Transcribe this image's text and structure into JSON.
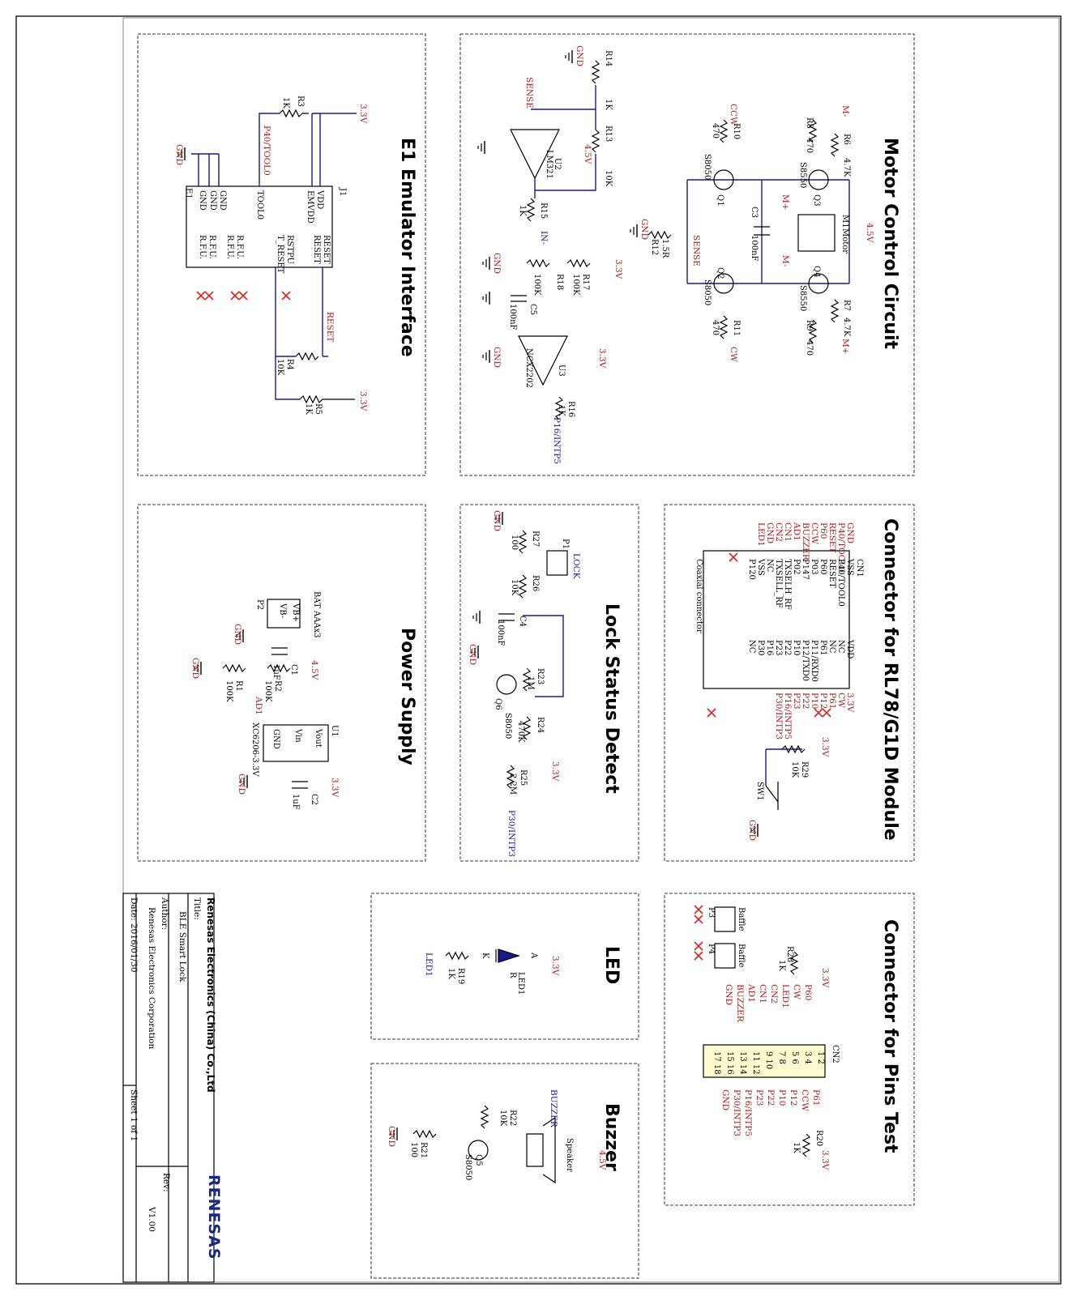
{
  "sections": {
    "motor": "Motor Control Circuit",
    "e1": "E1 Emulator Interface",
    "rl78": "Connector for RL78/G1D Module",
    "lock": "Lock Status Detect",
    "power": "Power Supply",
    "pins": "Connector for Pins Test",
    "led": "LED",
    "buzzer": "Buzzer"
  },
  "title_block": {
    "company": "Renesas Electronics (China) Co.,Ltd",
    "title_label": "Title:",
    "title": "BLE Smart Lock",
    "author_label": "Author:",
    "author": "Renesas Electronics Corporation",
    "date_label": "Date:",
    "date": "2016/01/30",
    "sheet": "Sheet  1  of  1",
    "rev_label": "Rev:",
    "rev": "V1.00",
    "brand": "RENESAS"
  },
  "motor": {
    "gnd": "GND",
    "r14": "R14",
    "r14v": "1K",
    "sense": "SENSE",
    "r13": "R13",
    "r13v": "10K",
    "u2": "U2",
    "u2p": "LM321",
    "v45": "4.5V",
    "r15": "R15",
    "r15v": "1K",
    "in": "IN-",
    "ccw": "CCW",
    "r10": "R10",
    "r10v": "470",
    "q1": "Q1",
    "q1p": "S8050",
    "mminus": "M-",
    "r8": "R8",
    "r8v": "470",
    "r6": "R6",
    "r6v": "4.7K",
    "q3": "Q3",
    "q3p": "S8550",
    "m1": "M1",
    "motor": "Motor",
    "c3": "C3",
    "c3v": "100nF",
    "mplus": "M+",
    "r12": "R12",
    "r12v": "1.5R",
    "q2": "Q2",
    "q2p": "S8050",
    "q4": "Q4",
    "q4p": "S8550",
    "r7": "R7",
    "r7v": "4.7K",
    "r9": "R9",
    "r9v": "470",
    "r11": "R11",
    "r11v": "470",
    "cw": "CW",
    "r18": "R18",
    "r18v": "100K",
    "r17": "R17",
    "r17v": "100K",
    "v33": "3.3V",
    "c5": "C5",
    "c5v": "100nF",
    "u3": "U3",
    "u3p": "NCX2202",
    "r16": "R16",
    "r16v": "1K",
    "p16": "P16/INTP5"
  },
  "e1": {
    "gnd": "GND",
    "e1": "E1",
    "j1": "J1",
    "r3": "R3",
    "r3v": "1K",
    "v33": "3.3V",
    "p40": "P40/TOOL0",
    "vdd": "VDD",
    "emvdd": "EMVDD",
    "tool0": "TOOL0",
    "gnd_pin": "GND",
    "reset": "RESET",
    "rstpu": "RSTPU",
    "treset": "T_RESET",
    "rfu": "R.F.U.",
    "r4": "R4",
    "r4v": "10K",
    "r5": "R5",
    "r5v": "1K"
  },
  "rl78": {
    "cn1": "CN1",
    "coax": "Coaxial connector",
    "left_nets": [
      "GND",
      "P40/TOOL0",
      "RESET",
      "P60",
      "CCW",
      "BUZZER",
      "AD1",
      "CN1",
      "CN2",
      "GND",
      "LED1"
    ],
    "left_pins": [
      "VSS",
      "P40/TOOL0",
      "RESET",
      "P60",
      "P03",
      "P147",
      "P02",
      "TXSELH_RF",
      "TXSELL_RF",
      "NC",
      "VSS",
      "P120"
    ],
    "right_pins": [
      "VDD",
      "NC",
      "NC",
      "P61",
      "P11/RXD0",
      "P12/TXD0",
      "P10",
      "P22",
      "P23",
      "P16",
      "P30",
      "NC"
    ],
    "right_nets": [
      "3.3V",
      "CW",
      "P61",
      "P12",
      "P10",
      "P22",
      "P23",
      "P16/INTP5",
      "P30/INTP3"
    ],
    "r29": "R29",
    "r29v": "10K",
    "sw1": "SW1",
    "gnd": "GND",
    "v33": "3.3V"
  },
  "lock": {
    "gnd": "GND",
    "r27": "R27",
    "r27v": "100",
    "p1": "P1",
    "lock": "LOCK",
    "r26": "R26",
    "r26v": "10K",
    "c4": "C4",
    "c4v": "100nF",
    "r23": "R23",
    "r23v": "1M",
    "q6": "Q6",
    "q6p": "S8050",
    "r24": "R24",
    "r24v": "470K",
    "r25": "R25",
    "r25v": "2.2M",
    "v33": "3.3V",
    "p30": "P30/INTP3"
  },
  "power": {
    "bat": "BAT AAAx3",
    "p2": "P2",
    "vbp": "VB+",
    "vbm": "VB-",
    "gnd": "GND",
    "c1": "C1",
    "c1v": "1uF",
    "v45": "4.5V",
    "r1": "R1",
    "r1v": "100K",
    "r2": "R2",
    "r2v": "100K",
    "ad1": "AD1",
    "u1": "U1",
    "vout": "Vout",
    "vin": "Vin",
    "gndpin": "GND",
    "xc": "XC6206-3.3V",
    "v33": "3.3V",
    "c2": "C2",
    "c2v": "1uF"
  },
  "pins": {
    "p3": "P3",
    "p4": "P4",
    "baffle": "Baffle",
    "r28": "R28",
    "r28v": "1K",
    "v33": "3.3V",
    "cn2": "CN2",
    "r20": "R20",
    "r20v": "1K",
    "left_nets": [
      "P60",
      "CW",
      "LED1",
      "CN2",
      "CN1",
      "AD1",
      "BUZZER",
      "GND"
    ],
    "right_nets": [
      "P61",
      "CCW",
      "P12",
      "P10",
      "P22",
      "P23",
      "P16/INTP5",
      "P30/INTP3",
      "GND"
    ],
    "pin_rows": [
      "1  2",
      "3  4",
      "5  6",
      "7  8",
      "9  10",
      "11  12",
      "13  14",
      "15  16",
      "17  18"
    ]
  },
  "led": {
    "v33": "3.3V",
    "a": "A",
    "k": "K",
    "led1": "LED1",
    "r": "R",
    "r19": "R19",
    "r19v": "1K",
    "net": "LED1"
  },
  "buzzer": {
    "v45": "4.5V",
    "speaker": "Speaker",
    "r22": "R22",
    "r22v": "10K",
    "buzzer": "BUZZER",
    "q5": "Q5",
    "q5p": "S8050",
    "r21": "R21",
    "r21v": "100",
    "gnd": "GND"
  }
}
